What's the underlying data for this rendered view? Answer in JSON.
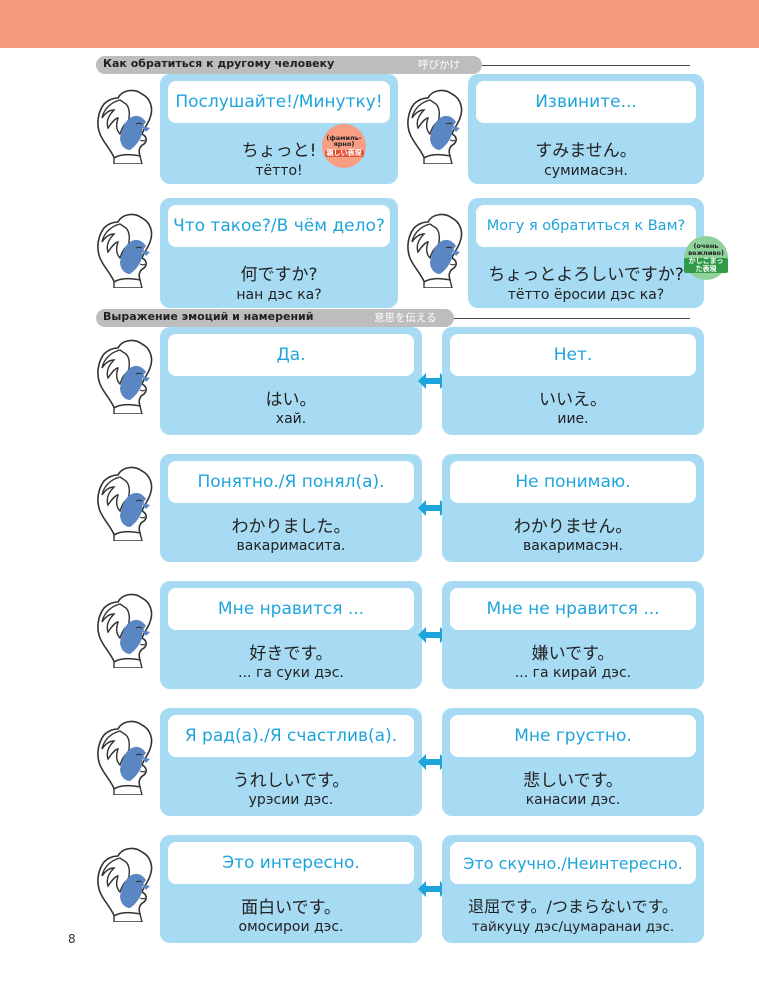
{
  "colors": {
    "accent": "#1ea4dc",
    "card": "#a7dbf4",
    "band": "#f59a7a"
  },
  "sections": [
    {
      "title": "Как обратиться к другому человеку",
      "jp": "呼びかけ"
    },
    {
      "title": "Выражение эмоций и намерений",
      "jp": "意思を伝える"
    }
  ],
  "greetings": [
    {
      "ru": "Послушайте!/Минутку!",
      "jp": "ちょっと!",
      "ro": "тётто!",
      "badge": {
        "note": "(фамиль-ярно)",
        "jp": "親しい表現"
      }
    },
    {
      "ru": "Извините...",
      "jp": "すみません。",
      "ro": "сумимасэн."
    },
    {
      "ru": "Что такое?/В чём дело?",
      "jp": "何ですか?",
      "ro": "нан дэс ка?"
    },
    {
      "ru": "Могу я обратиться к Вам?",
      "jp": "ちょっとよろしいですか?",
      "ro": "тётто ёросии дэс ка?",
      "badge": {
        "note": "(очень вежливо)",
        "jp": "かしこまった表現"
      }
    }
  ],
  "pairs": [
    {
      "left": {
        "ru": "Да.",
        "jp": "はい。",
        "ro": "хай."
      },
      "right": {
        "ru": "Нет.",
        "jp": "いいえ。",
        "ro": "иие."
      }
    },
    {
      "left": {
        "ru": "Понятно./Я понял(а).",
        "jp": "わかりました。",
        "ro": "вакаримасита."
      },
      "right": {
        "ru": "Не понимаю.",
        "jp": "わかりません。",
        "ro": "вакаримасэн."
      }
    },
    {
      "left": {
        "ru": "Мне нравится ...",
        "jp": "好きです。",
        "ro": "... га суки дэс."
      },
      "right": {
        "ru": "Мне не нравится ...",
        "jp": "嫌いです。",
        "ro": "... га кирай дэс."
      }
    },
    {
      "left": {
        "ru": "Я рад(а)./Я счастлив(а).",
        "jp": "うれしいです。",
        "ro": "урэсии дэс."
      },
      "right": {
        "ru": "Мне грустно.",
        "jp": "悲しいです。",
        "ro": "канасии дэс."
      }
    },
    {
      "left": {
        "ru": "Это интересно.",
        "jp": "面白いです。",
        "ro": "омосирои дэс."
      },
      "right": {
        "ru": "Это скучно./Неинтересно.",
        "jp": "退屈です。/つまらないです。",
        "ro": "тайкуцу дэс/цумаранаи дэс."
      }
    }
  ],
  "page_number": "8"
}
